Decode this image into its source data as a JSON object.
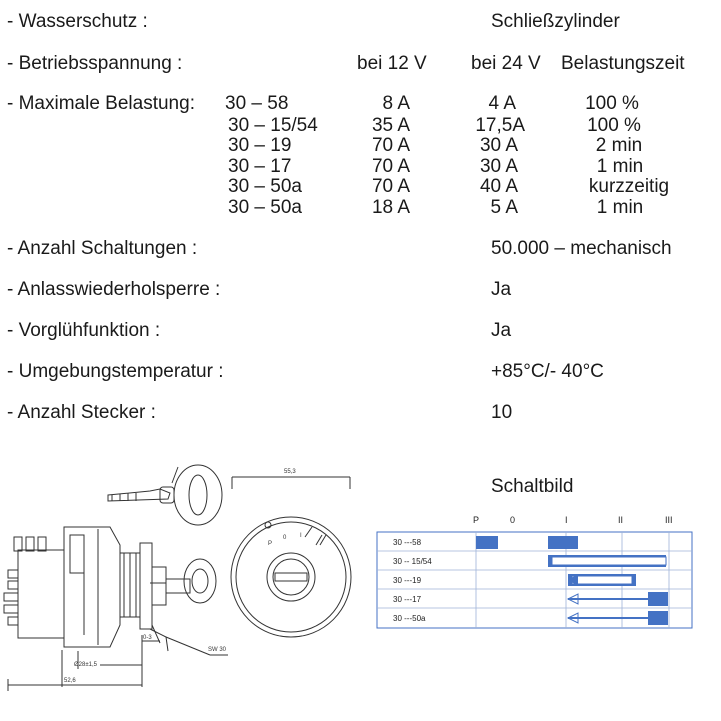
{
  "specs": {
    "water_protection": {
      "label": "- Wasserschutz :",
      "value": "Schließzylinder"
    },
    "operating_voltage": {
      "label": "- Betriebsspannung :",
      "col1": "bei 12 V",
      "col2": "bei 24 V",
      "col3": "Belastungszeit"
    },
    "max_load": {
      "label": "- Maximale Belastung:",
      "rows": [
        {
          "circuit": "30 – 58",
          "v12": "8 A",
          "v24": "4 A",
          "time": "100 %"
        },
        {
          "circuit": "30 – 15/54",
          "v12": "35 A",
          "v24": "17,5A",
          "time": "100 %"
        },
        {
          "circuit": "30 – 19",
          "v12": "70 A",
          "v24": "30 A",
          "time": "2 min"
        },
        {
          "circuit": "30 – 17",
          "v12": "70 A",
          "v24": "30 A",
          "time": "1 min"
        },
        {
          "circuit": "30 – 50a",
          "v12": "70 A",
          "v24": "40 A",
          "time": "kurzzeitig"
        },
        {
          "circuit": "30 – 50a",
          "v12": "18 A",
          "v24": "5 A",
          "time": "1 min"
        }
      ]
    },
    "switching_count": {
      "label": "- Anzahl Schaltungen  :",
      "value": "50.000 – mechanisch"
    },
    "restart_lock": {
      "label": "- Anlasswiederholsperre :",
      "value": "Ja"
    },
    "preglow": {
      "label": "- Vorglühfunktion :",
      "value": "Ja"
    },
    "ambient_temp": {
      "label": "- Umgebungstemperatur :",
      "value": "+85°C/- 40°C"
    },
    "connector_count": {
      "label": "- Anzahl Stecker :",
      "value": "10"
    }
  },
  "drawing": {
    "dim_width": "55,3",
    "dim_length": "52,6",
    "dim_thread": "SW 30",
    "dim_diameter": "Ø28±1,5",
    "dim_small": "0-3",
    "dial_positions": [
      "P",
      "0",
      "I",
      "II",
      "III"
    ]
  },
  "schaltbild": {
    "title": "Schaltbild",
    "positions": [
      "P",
      "0",
      "I",
      "II",
      "III"
    ],
    "rows": [
      "30 ---58",
      "30 -- 15/54",
      "30 ---19",
      "30 ---17",
      "30 ---50a"
    ],
    "colors": {
      "bar": "#4472c4",
      "border": "#2f4f8f",
      "arrow": "#4472c4"
    }
  }
}
